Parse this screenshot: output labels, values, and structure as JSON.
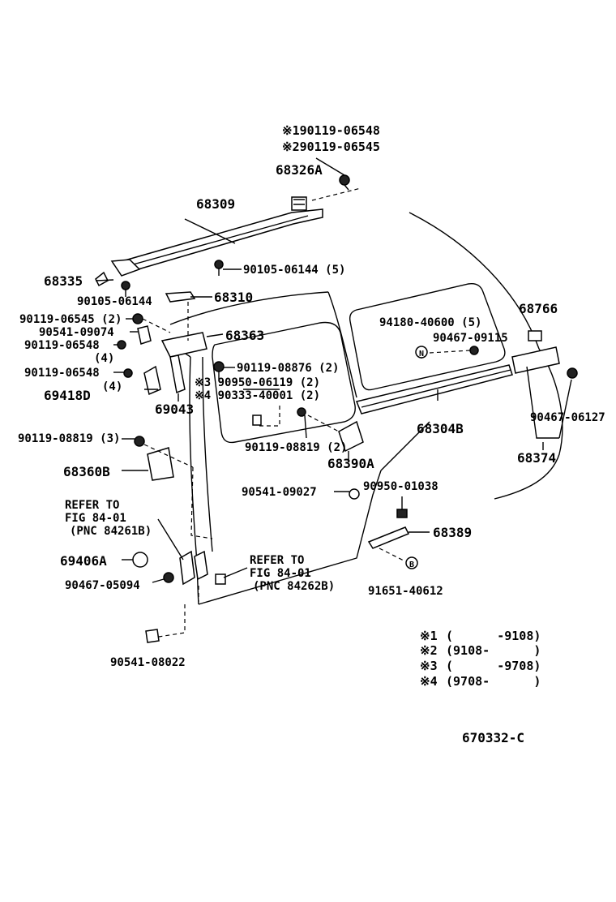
{
  "labels": {
    "p1": "※190119-06548",
    "p2": "※290119-06545",
    "p3": "68326A",
    "p4": "68309",
    "p5": "68335",
    "p6": "90105-06144 (5)",
    "p7": "90105-06144",
    "p8": "68310",
    "p9": "90119-06545 (2)",
    "p10": "90541-09074",
    "p11": "68363",
    "p12": "90119-06548",
    "p13": "(4)",
    "p14": "90119-08876 (2)",
    "p15": "90119-06548",
    "p16": "(4)",
    "p17": "※3 90950-06119 (2)",
    "p18": "※4 90333-40001 (2)",
    "p19": "69418D",
    "p20": "69043",
    "p21": "90119-08819 (3)",
    "p22": "90119-08819 (2)",
    "p23": "68390A",
    "p24": "68360B",
    "p25": "90541-09027",
    "p26": "90950-01038",
    "p27": "REFER TO",
    "p28": "FIG 84-01",
    "p29": "(PNC 84261B)",
    "p30": "68389",
    "p31": "69406A",
    "p32": "REFER TO",
    "p33": "FIG 84-01",
    "p34": "(PNC 84262B)",
    "p35": "90467-05094",
    "p36": "91651-40612",
    "p37": "90541-08022",
    "p38": "68766",
    "p39": "94180-40600 (5)",
    "p40": "90467-09115",
    "p41": "68304B",
    "p42": "90467-06127",
    "p43": "68374",
    "p44": "670332-C"
  },
  "markers": {
    "n": "N",
    "b": "B"
  },
  "legend": [
    {
      "key": "※1",
      "range": "(      -9108)"
    },
    {
      "key": "※2",
      "range": "(9108-      )"
    },
    {
      "key": "※3",
      "range": "(      -9708)"
    },
    {
      "key": "※4",
      "range": "(9708-      )"
    }
  ]
}
